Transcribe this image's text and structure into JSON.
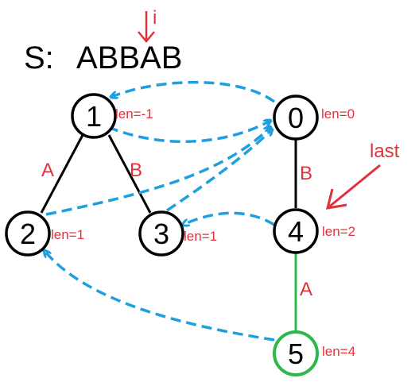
{
  "string_label": "S:",
  "string_value": "ABBAB",
  "pointer_label": "i",
  "last_label": "last",
  "nodes": [
    {
      "id": "0",
      "len": "len=0"
    },
    {
      "id": "1",
      "len": "len=-1"
    },
    {
      "id": "2",
      "len": "len=1"
    },
    {
      "id": "3",
      "len": "len=1"
    },
    {
      "id": "4",
      "len": "len=2"
    },
    {
      "id": "5",
      "len": "len=4"
    }
  ],
  "edges": [
    {
      "from": "1",
      "to": "2",
      "label": "A"
    },
    {
      "from": "1",
      "to": "3",
      "label": "B"
    },
    {
      "from": "0",
      "to": "4",
      "label": "B"
    },
    {
      "from": "4",
      "to": "5",
      "label": "A"
    }
  ],
  "colors": {
    "node_stroke": "#000000",
    "highlight": "#2db84a",
    "suffix_link": "#1ea0e0",
    "accent": "#e0323c",
    "text": "#000000"
  }
}
